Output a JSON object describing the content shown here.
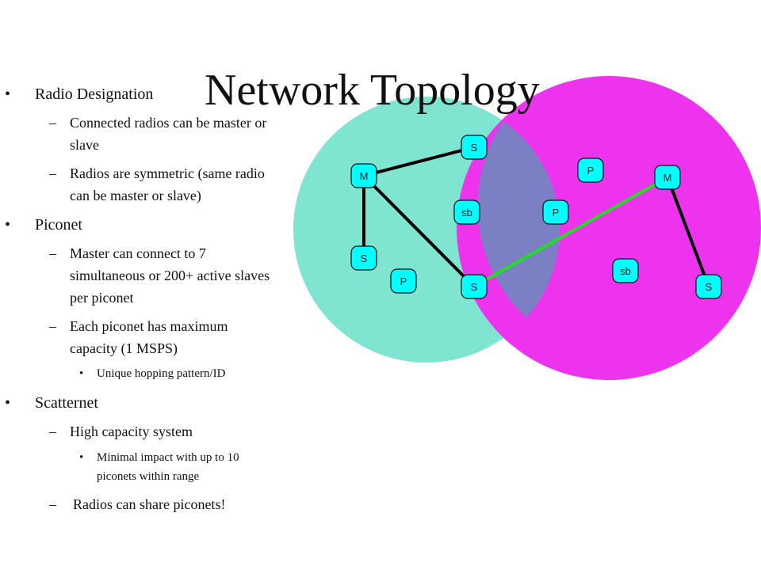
{
  "title": "Network Topology",
  "colors": {
    "left_circle": "#80e5d0",
    "right_circle": "#ee33ee",
    "overlap": "#7b80c4",
    "node_fill": "#00ffff",
    "scatter_link": "#22dd22",
    "piconet_link": "#000000"
  },
  "bullets": [
    {
      "level": 1,
      "marker": "•",
      "text": "Radio Designation"
    },
    {
      "level": 2,
      "marker": "–",
      "lines": [
        "Connected radios can be master or",
        "slave"
      ]
    },
    {
      "level": 2,
      "marker": "–",
      "lines": [
        "Radios are symmetric (same radio",
        "can be master or slave)"
      ]
    },
    {
      "level": 1,
      "marker": "•",
      "text": "Piconet"
    },
    {
      "level": 2,
      "marker": "–",
      "lines": [
        "Master can connect to 7",
        "simultaneous or 200+ active slaves",
        "per piconet"
      ]
    },
    {
      "level": 2,
      "marker": "–",
      "lines": [
        "Each piconet has maximum",
        "capacity (1 MSPS)"
      ]
    },
    {
      "level": 3,
      "marker": "•",
      "text": "Unique hopping pattern/ID"
    },
    {
      "level": 1,
      "marker": "•",
      "text": "Scatternet"
    },
    {
      "level": 2,
      "marker": "–",
      "text": "High capacity system"
    },
    {
      "level": 3,
      "marker": "•",
      "lines": [
        "Minimal impact with up to 10",
        "piconets within range"
      ]
    },
    {
      "level": 2,
      "marker": "–",
      "text": "Radios can share piconets!"
    }
  ],
  "nodes": {
    "m1": "M",
    "s1": "S",
    "sb1": "sb",
    "s2": "S",
    "p1": "P",
    "s3": "S",
    "p2": "P",
    "p3": "P",
    "m2": "M",
    "sb2": "sb",
    "s4": "S"
  }
}
